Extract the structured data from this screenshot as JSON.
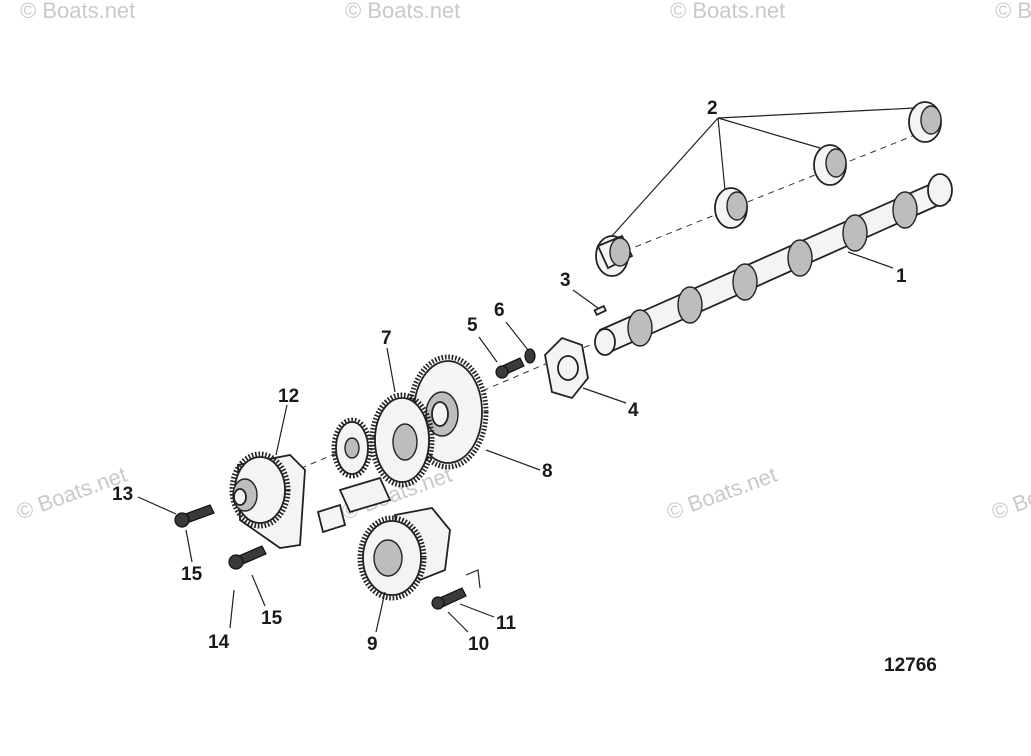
{
  "diagram": {
    "drawing_number": "12766",
    "watermark_text": "© Boats.net",
    "callouts": [
      {
        "id": "c1",
        "label": "1"
      },
      {
        "id": "c2",
        "label": "2"
      },
      {
        "id": "c3",
        "label": "3"
      },
      {
        "id": "c4",
        "label": "4"
      },
      {
        "id": "c5",
        "label": "5"
      },
      {
        "id": "c6",
        "label": "6"
      },
      {
        "id": "c7",
        "label": "7"
      },
      {
        "id": "c8",
        "label": "8"
      },
      {
        "id": "c9",
        "label": "9"
      },
      {
        "id": "c10",
        "label": "10"
      },
      {
        "id": "c11",
        "label": "11"
      },
      {
        "id": "c12",
        "label": "12"
      },
      {
        "id": "c13",
        "label": "13"
      },
      {
        "id": "c14",
        "label": "14"
      },
      {
        "id": "c15a",
        "label": "15"
      },
      {
        "id": "c15b",
        "label": "15"
      }
    ],
    "colors": {
      "ink": "#1a1a1a",
      "watermark": "#c9c9c9",
      "background": "#ffffff"
    }
  }
}
